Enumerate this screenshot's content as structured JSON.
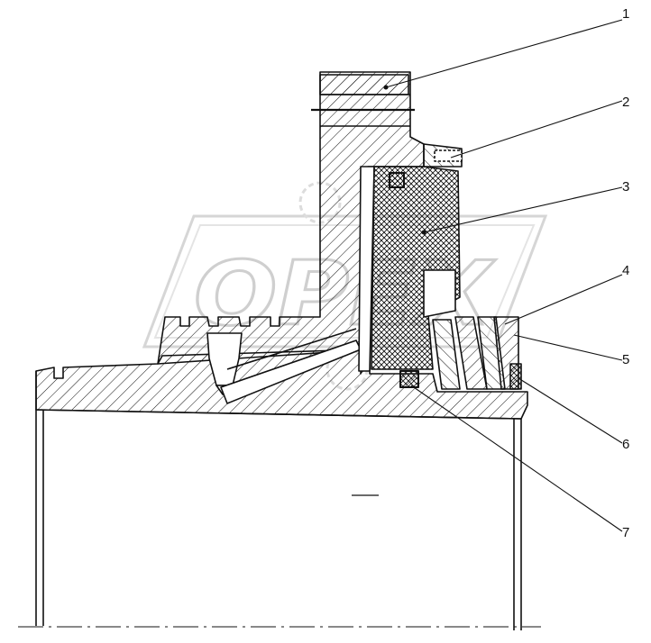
{
  "figure": {
    "callouts": [
      {
        "number": "1"
      },
      {
        "number": "2"
      },
      {
        "number": "3"
      },
      {
        "number": "4"
      },
      {
        "number": "5"
      },
      {
        "number": "6"
      },
      {
        "number": "7"
      }
    ],
    "watermark": {
      "text": "OPEX"
    },
    "colors": {
      "line": "#111111",
      "watermark": "#c8c8c8",
      "background": "#ffffff"
    }
  }
}
